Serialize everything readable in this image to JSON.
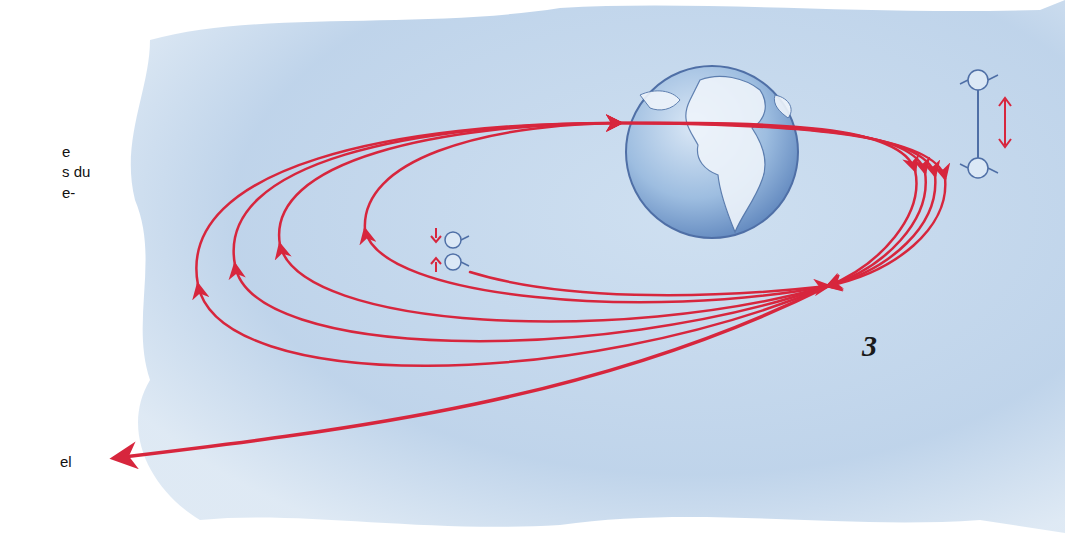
{
  "diagram": {
    "labels": [
      "e",
      "s du",
      "e-",
      "el",
      "3"
    ]
  }
}
